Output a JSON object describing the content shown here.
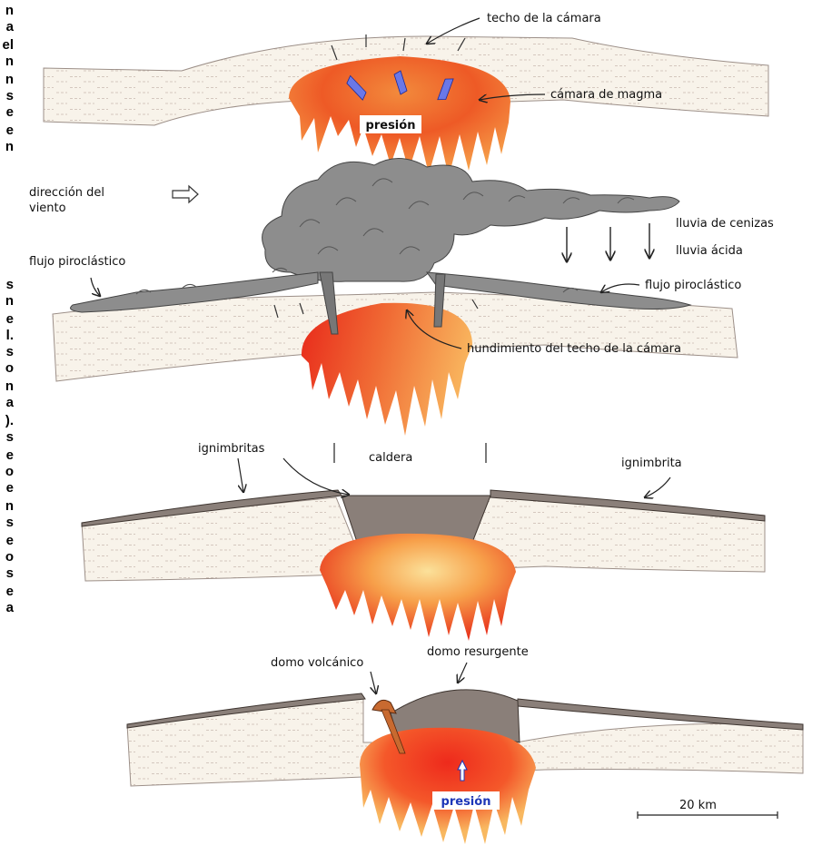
{
  "left_text_fragments": [
    "n",
    "a",
    "el",
    "n",
    "n",
    "s",
    "e",
    "e",
    "n",
    "s",
    "n",
    "e",
    "l.",
    "s",
    "o",
    "n",
    "a",
    ").",
    "s",
    "e",
    "o",
    "e",
    "n",
    "s",
    "e",
    "o",
    "s",
    "e",
    "a"
  ],
  "labels": {
    "roof": "techo de la cámara",
    "magma_chamber": "cámara de magma",
    "pressure_1": "presión",
    "wind_direction_line1": "dirección del",
    "wind_direction_line2": "viento",
    "pyroclastic_flow_left": "flujo piroclástico",
    "ash_rain": "lluvia de cenizas",
    "acid_rain": "lluvia ácida",
    "pyroclastic_flow_right": "flujo piroclástico",
    "roof_collapse": "hundimiento del techo de la cámara",
    "ignimbrites": "ignimbritas",
    "caldera": "caldera",
    "ignimbrite": "ignimbrita",
    "volcanic_dome": "domo volcánico",
    "resurgent_dome": "domo resurgente",
    "pressure_2": "presión",
    "scale": "20 km"
  },
  "colors": {
    "crust_fill": "#f8f3ea",
    "crust_line": "#b7a8a0",
    "magma_hot": "#e8321c",
    "magma_warm": "#f6a04a",
    "ash_cloud": "#8d8d8d",
    "ignimbrite": "#8a7f79",
    "pressure_label": "#1d37b8"
  }
}
